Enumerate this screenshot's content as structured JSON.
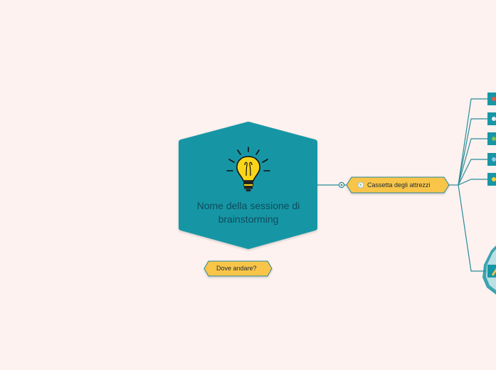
{
  "central": {
    "title": "Nome della sessione di brainstorming",
    "icon": "lightbulb-icon"
  },
  "nodes": {
    "toolbox": {
      "label": "Cassetta degli attrezzi",
      "icon": "globe-icon"
    },
    "where": {
      "label": "Dove andare?"
    }
  },
  "colors": {
    "background": "#fdf2f0",
    "teal": "#1796a5",
    "teal_dark": "#137f8c",
    "yellow": "#f9c54a",
    "line": "#2a8c98",
    "text_dark": "#0f4c5c"
  },
  "child_icons": [
    "red-dot-icon",
    "white-icon",
    "green-icon",
    "blue-icon",
    "yellow-icon",
    "pencil-icon"
  ]
}
